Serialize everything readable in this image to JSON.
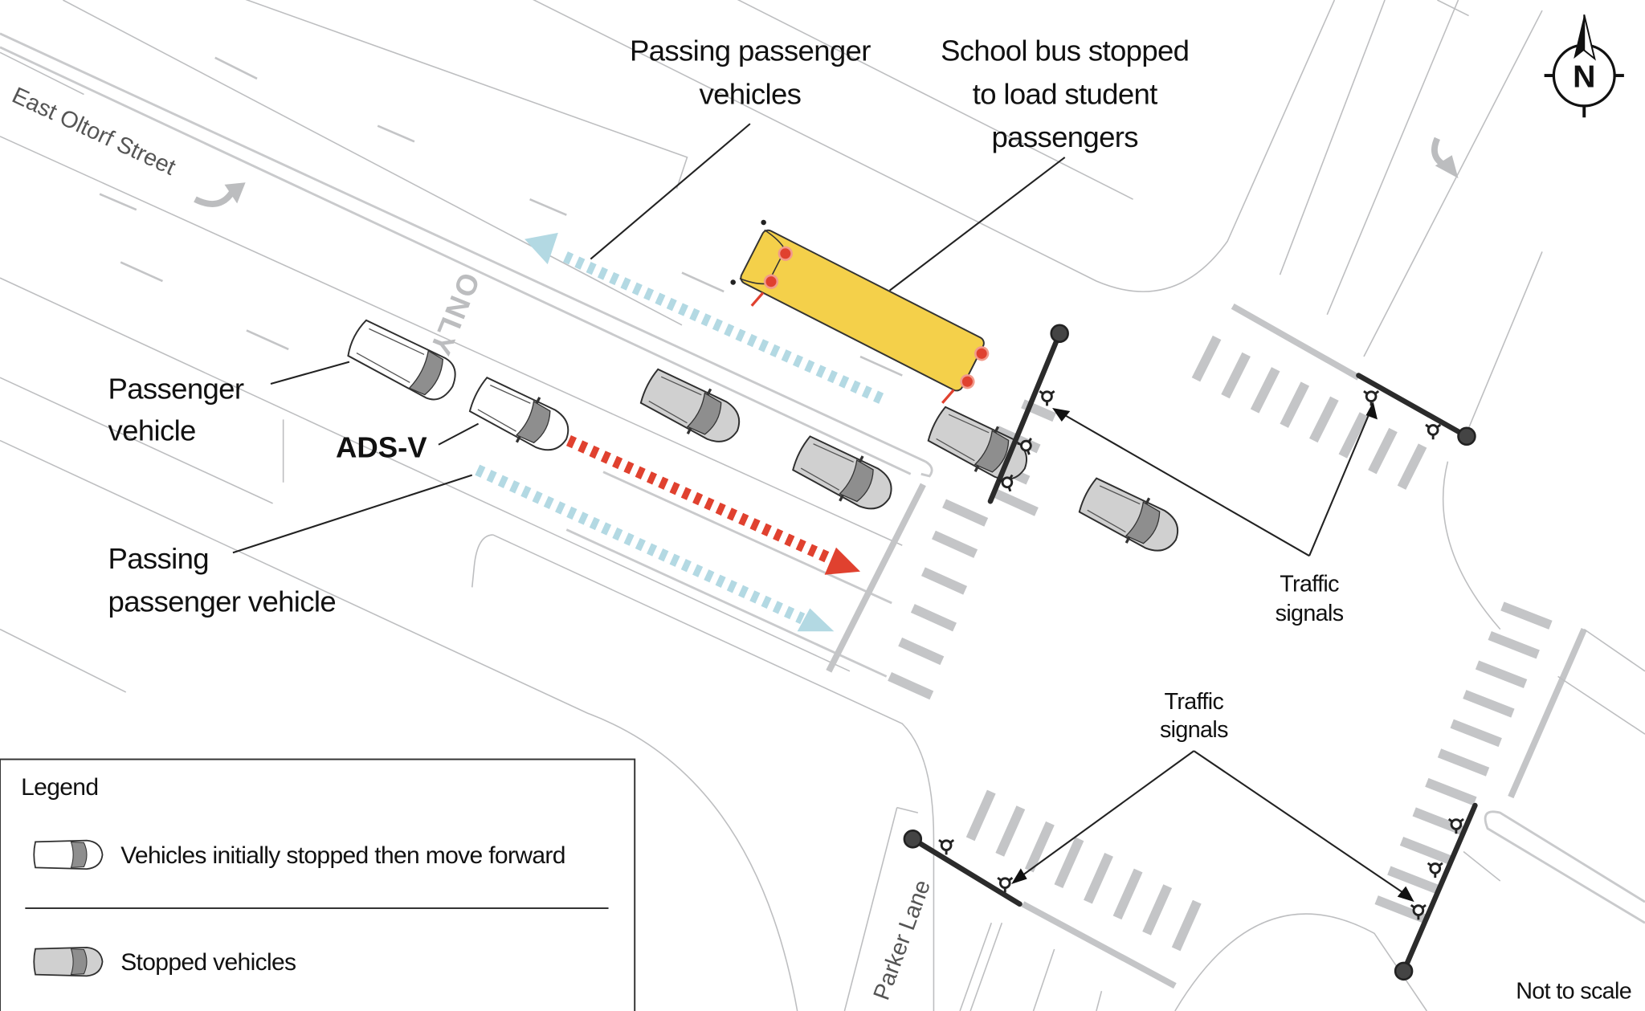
{
  "figure": {
    "type": "intersection-scene-diagram",
    "note": "Not to scale"
  },
  "streets": {
    "main": "East Oltorf Street",
    "cross": "Parker Lane",
    "lane_marking": "ONLY"
  },
  "compass": {
    "label": "N"
  },
  "callouts": {
    "passing_vehicles_top": [
      "Passing passenger",
      "vehicles"
    ],
    "school_bus": [
      "School bus stopped",
      "to load student",
      "passengers"
    ],
    "passenger_vehicle": [
      "Passenger",
      "vehicle"
    ],
    "ads_v": "ADS-V",
    "passing_vehicle_bottom": [
      "Passing",
      "passenger vehicle"
    ],
    "traffic_signals_right": [
      "Traffic",
      "signals"
    ],
    "traffic_signals_bottom": [
      "Traffic",
      "signals"
    ]
  },
  "legend": {
    "title": "Legend",
    "items": [
      {
        "label": "Vehicles initially stopped then move forward",
        "icon": "white-car-icon"
      },
      {
        "label": "Stopped vehicles",
        "icon": "gray-car-icon"
      }
    ]
  },
  "colors": {
    "bus": "#F4D04A",
    "ads_path": "#E0412F",
    "passing_path": "#B3D9E3",
    "road_line": "#C4C5C7",
    "stopped_car": "#CFCFCF",
    "moving_car": "#FFFFFF"
  }
}
